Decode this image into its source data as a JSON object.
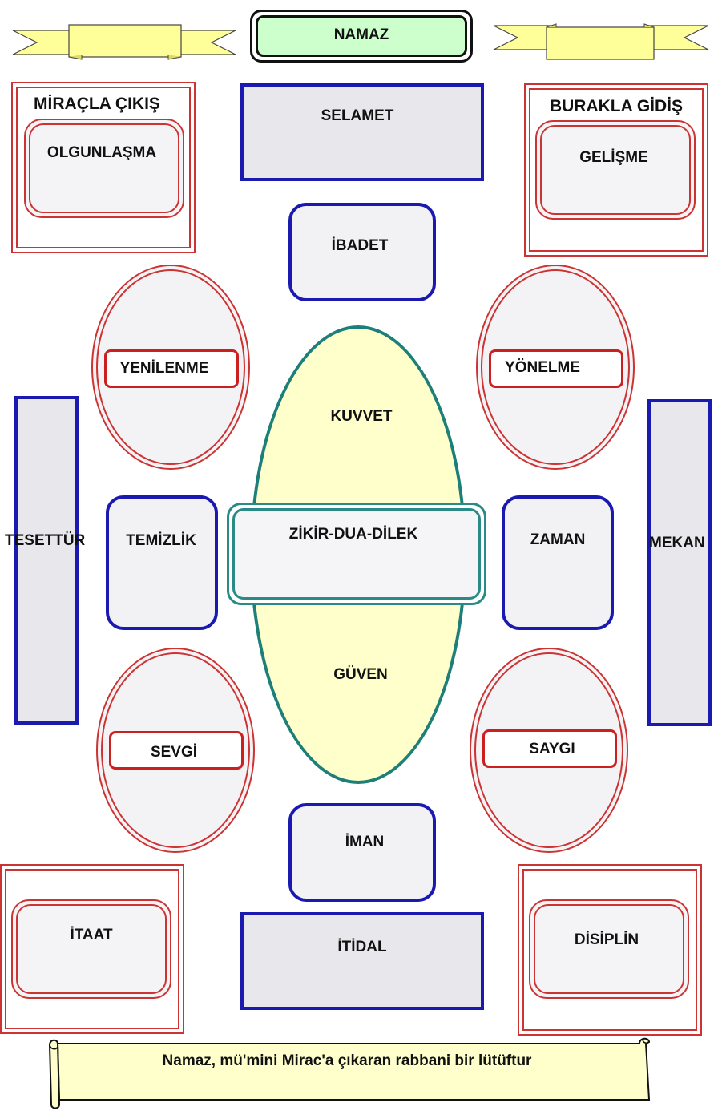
{
  "title": "NAMAZ",
  "corners": {
    "top_left": {
      "heading": "MİRAÇLA ÇIKIŞ",
      "inner": "OLGUNLAŞMA"
    },
    "top_right": {
      "heading": "BURAKLA GİDİŞ",
      "inner": "GELİŞME"
    },
    "bottom_left": {
      "inner": "İTAAT"
    },
    "bottom_right": {
      "inner": "DİSİPLİN"
    }
  },
  "center_column": {
    "top_rect": "SELAMET",
    "top_round": "İBADET",
    "oval_top": "KUVVET",
    "oval_middle": "ZİKİR-DUA-DİLEK",
    "oval_bottom": "GÜVEN",
    "bottom_round": "İMAN",
    "bottom_rect": "İTİDAL"
  },
  "ovals": {
    "upper_left": "YENİLENME",
    "upper_right": "YÖNELME",
    "lower_left": "SEVGİ",
    "lower_right": "SAYGI"
  },
  "side_boxes": {
    "left_inner": "TEMİZLİK",
    "right_inner": "ZAMAN",
    "left_bar": "TESETTÜR",
    "right_bar": "MEKAN"
  },
  "footer": "Namaz, mü'mini Mirac'a çıkaran rabbani bir lütüftur",
  "colors": {
    "title_fill": "#ccffcc",
    "banner_fill": "#ffff99",
    "oval_fill": "#ffffcc",
    "oval_border": "#1c7f78",
    "blue_border": "#1a1ab0",
    "red_border": "#cc1f1f",
    "scroll_fill": "#ffffcc"
  }
}
